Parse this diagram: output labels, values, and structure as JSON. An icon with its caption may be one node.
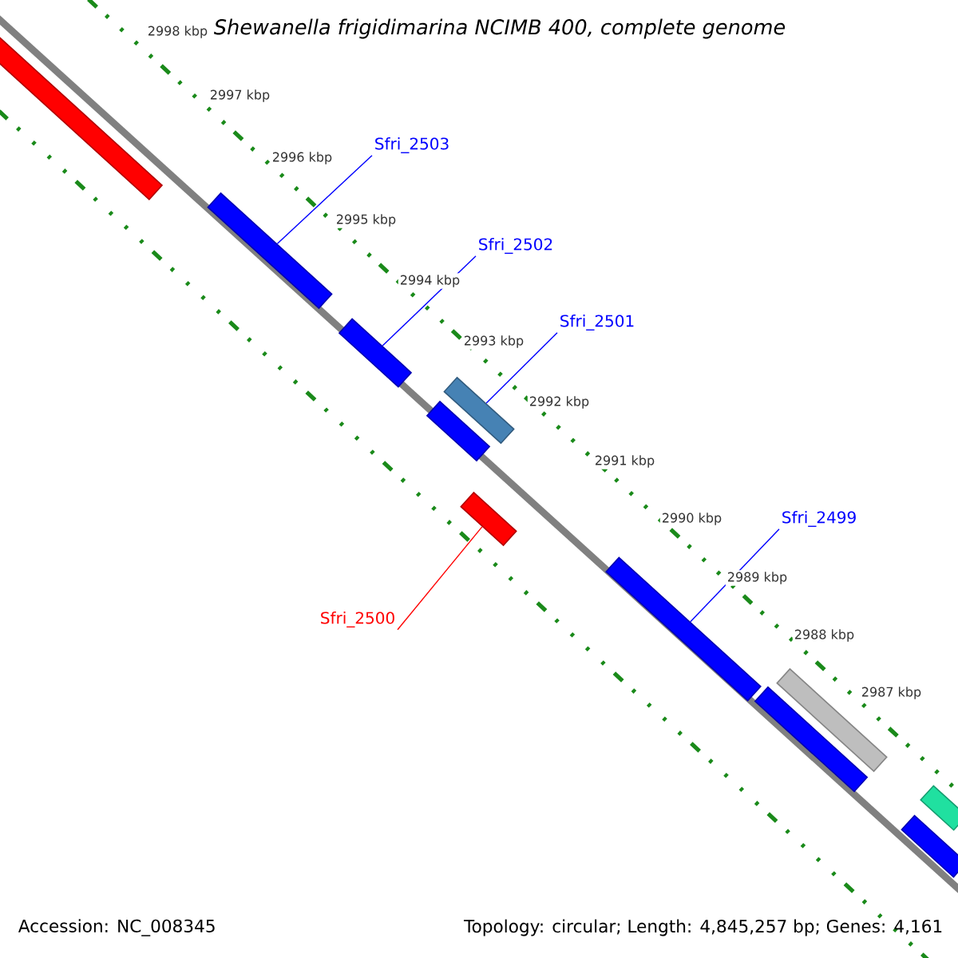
{
  "diagram": {
    "title": "*Shewanella frigidimarina* NCIMB 400, complete genome",
    "nodes": [
      {
        "text": [],
        "shape": "bar"
      },
      {
        "text": [],
        "shape": "bar"
      },
      {
        "text": [],
        "shape": "bar"
      },
      {
        "text": [],
        "shape": "bar"
      },
      {
        "text": [],
        "shape": "bar"
      },
      {
        "text": [],
        "shape": "bar"
      },
      {
        "text": [],
        "shape": "bar"
      },
      {
        "text": [],
        "shape": "bar"
      },
      {
        "text": [],
        "shape": "bar"
      },
      {
        "text": [],
        "shape": "bar"
      },
      {
        "text": [],
        "shape": "bar"
      },
      {
        "text": [
          "Sfri_2503"
        ]
      },
      {
        "text": [
          "Sfri_2502"
        ]
      },
      {
        "text": [
          "Sfri_2501"
        ]
      },
      {
        "text": [
          "Sfri_2499"
        ]
      },
      {
        "text": [
          "Sfri_2500"
        ]
      }
    ],
    "edges": [
      {
        "from": 11,
        "to": 1,
        "arrow": "none"
      },
      {
        "from": 12,
        "to": 2,
        "arrow": "none"
      },
      {
        "from": 13,
        "to": 3,
        "arrow": "none"
      },
      {
        "from": 14,
        "to": 6,
        "arrow": "none"
      },
      {
        "from": 15,
        "to": 5,
        "arrow": "none",
        "color": "#ff0000"
      }
    ],
    "labels": [
      "2998 kbp",
      "2997 kbp",
      "2996 kbp",
      "2995 kbp",
      "2994 kbp",
      "2993 kbp",
      "2992 kbp",
      "2991 kbp",
      "2990 kbp",
      "2989 kbp",
      "2988 kbp",
      "2987 kbp",
      "Accession: NC_008345",
      "Topology: circular; Length: 4,845,257 bp; Genes: 4,161"
    ]
  }
}
